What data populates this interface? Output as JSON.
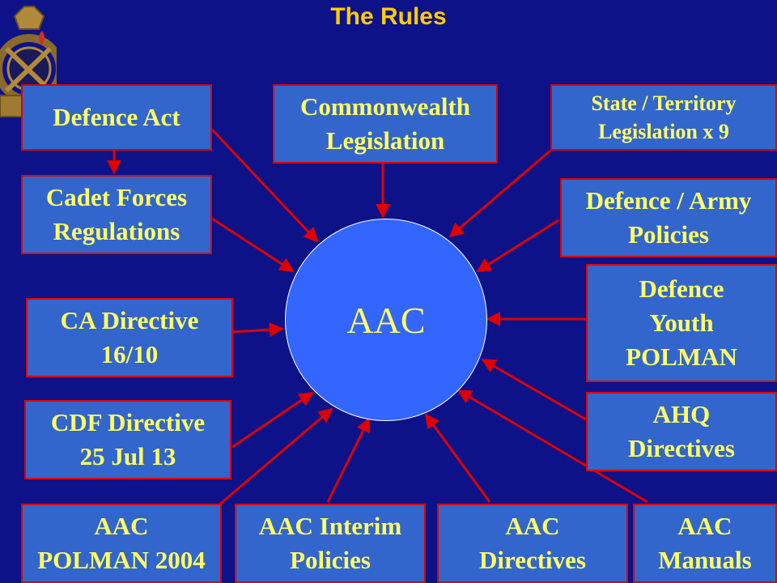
{
  "title": "The Rules",
  "center": "AAC",
  "nodes": {
    "defence_act": "Defence Act",
    "commonwealth": "Commonwealth\nLegislation",
    "state": "State / Territory\nLegislation x 9",
    "cadet_forces": "Cadet Forces\nRegulations",
    "defence_army": "Defence / Army\nPolicies",
    "ca_directive": "CA Directive\n16/10",
    "youth_polman": "Defence\nYouth\nPOLMAN",
    "cdf_directive": "CDF Directive\n25 Jul 13",
    "ahq": "AHQ\nDirectives",
    "polman_2004": "AAC\nPOLMAN 2004",
    "interim": "AAC Interim\nPolicies",
    "directives": "AAC\nDirectives",
    "manuals": "AAC\nManuals"
  },
  "colors": {
    "background": "#0d1288",
    "box": "#3366cc",
    "box_border": "#e00000",
    "text": "#ffff66",
    "title": "#ffcc00",
    "hub": "#3366ff",
    "arrow": "#e00000"
  },
  "icons": {
    "badge": "army-cadets-badge-icon"
  }
}
